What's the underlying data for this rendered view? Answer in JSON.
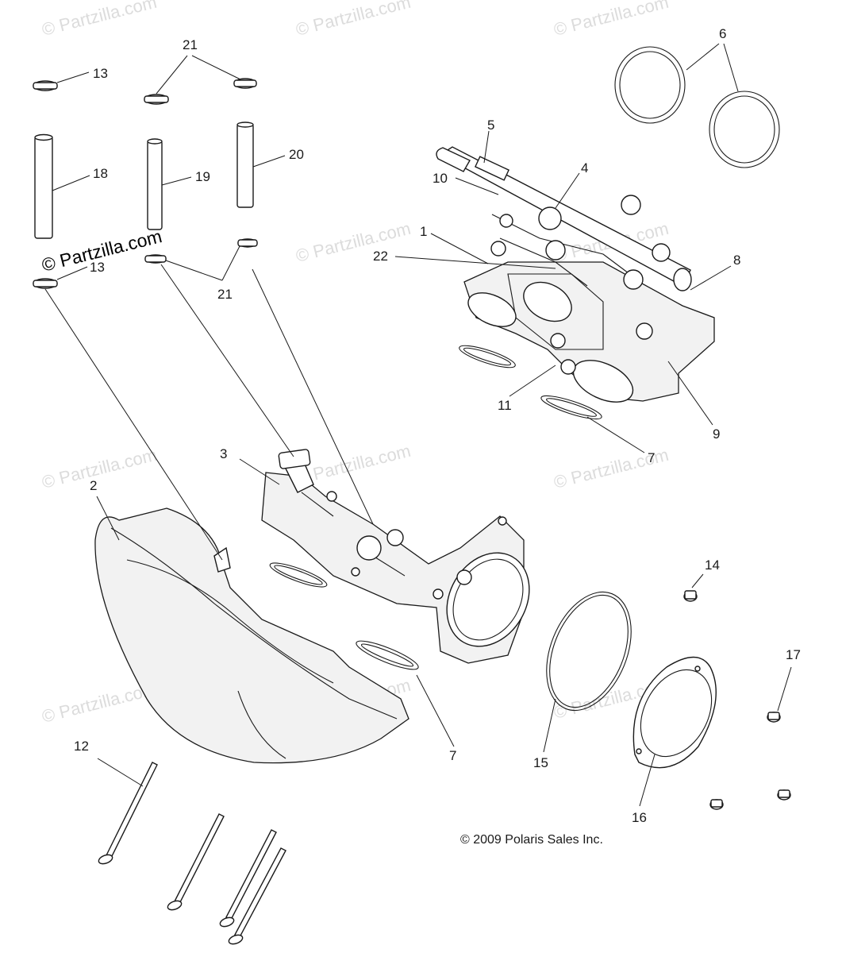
{
  "watermark": "© Partzilla.com",
  "copyright": "© 2009 Polaris Sales Inc.",
  "callouts": {
    "c1": "1",
    "c2": "2",
    "c3": "3",
    "c4": "4",
    "c5": "5",
    "c6": "6",
    "c7a": "7",
    "c7b": "7",
    "c8": "8",
    "c9": "9",
    "c10": "10",
    "c11": "11",
    "c12": "12",
    "c13a": "13",
    "c13b": "13",
    "c14": "14",
    "c15": "15",
    "c16": "16",
    "c17": "17",
    "c18": "18",
    "c19": "19",
    "c20": "20",
    "c21a": "21",
    "c21b": "21",
    "c22": "22"
  }
}
